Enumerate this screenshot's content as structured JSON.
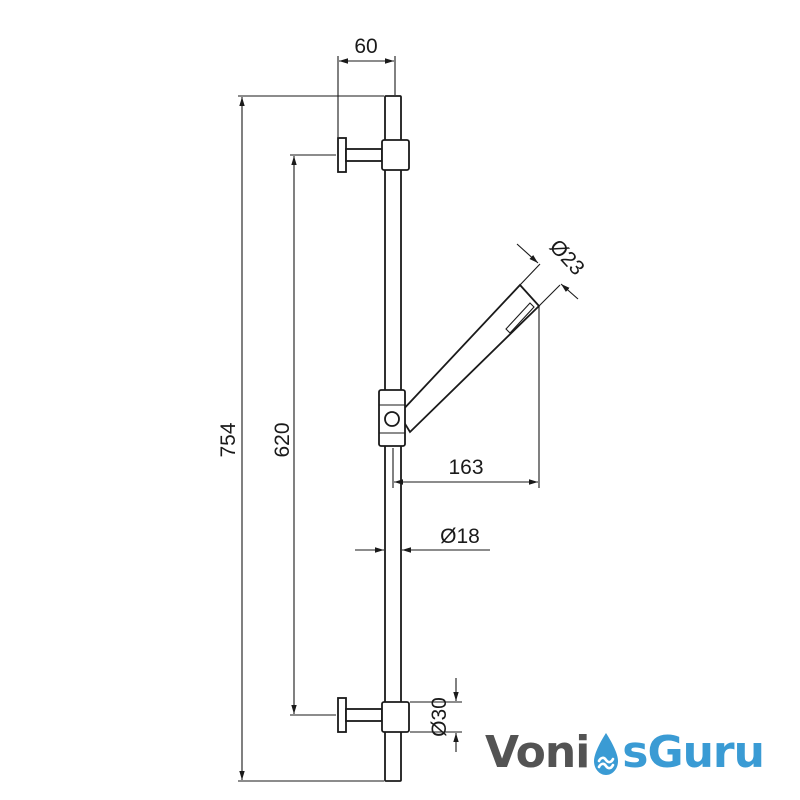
{
  "dimensions": {
    "overall_height": "754",
    "bracket_spacing": "620",
    "bracket_projection": "60",
    "handshower_reach": "163",
    "handshower_diameter": "Ø23",
    "rail_diameter": "Ø18",
    "bracket_diameter": "Ø30"
  },
  "logo": {
    "part1": "Voni",
    "part2": "sGuru",
    "drop_icon": "water-drop-icon"
  },
  "colors": {
    "line": "#1a1a1a",
    "logo_gray": "#535353",
    "logo_blue": "#3a9bd4"
  }
}
